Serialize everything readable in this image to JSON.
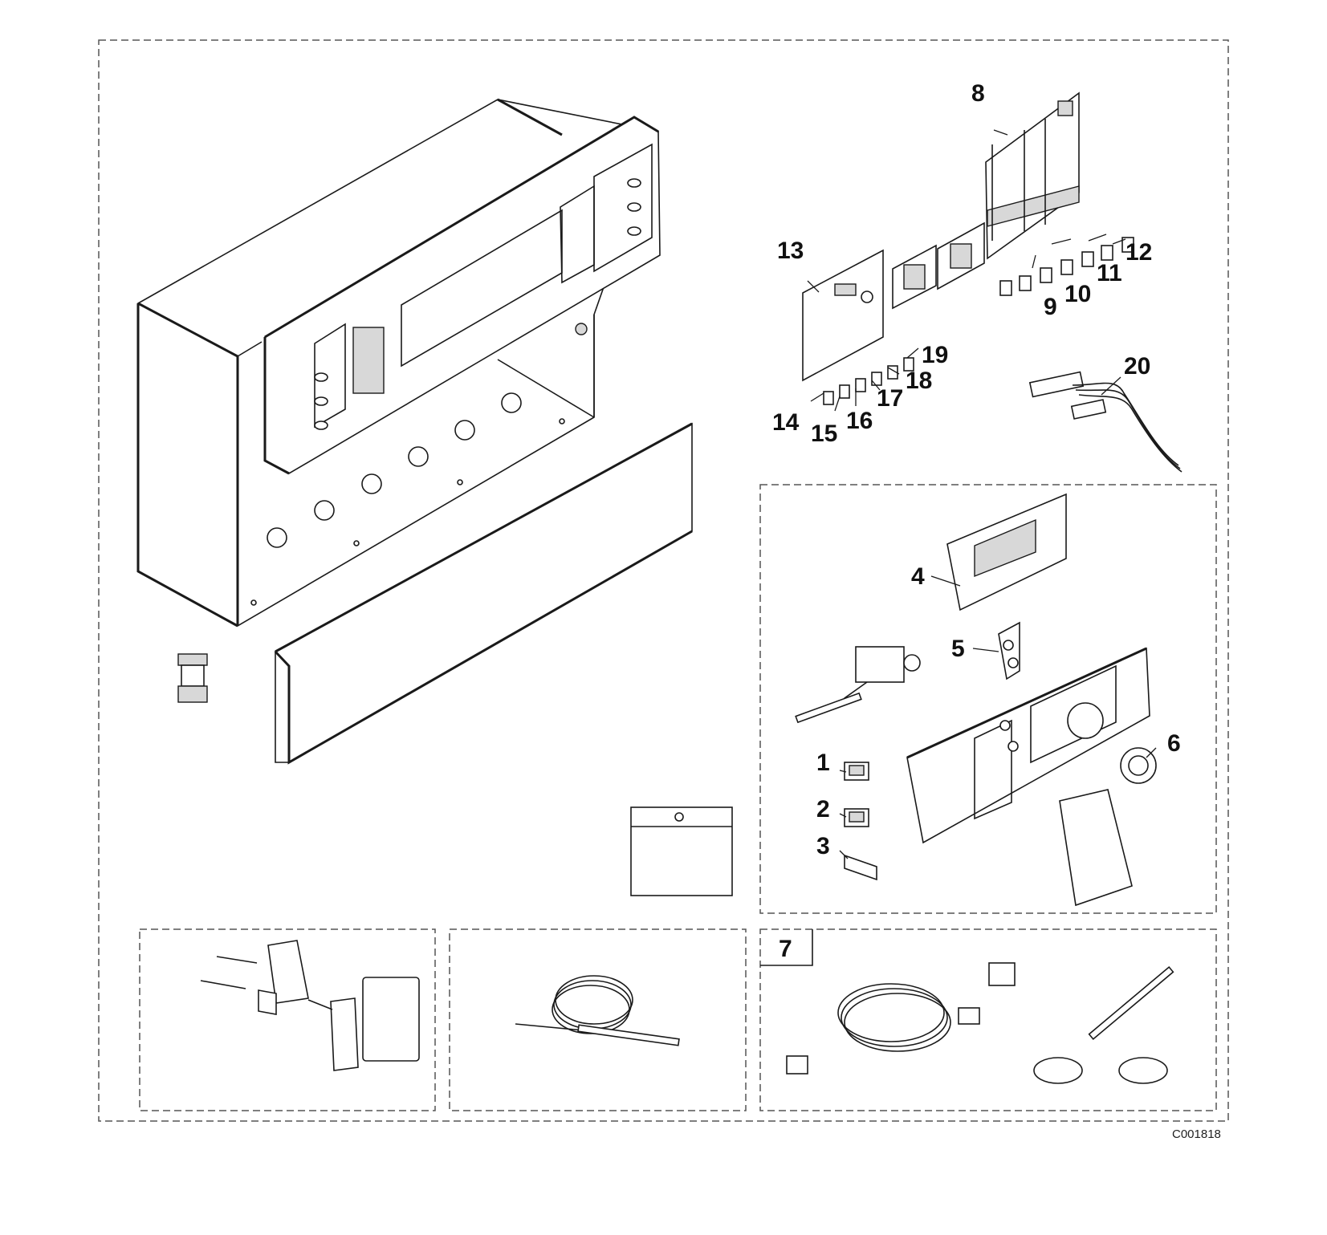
{
  "diagram": {
    "reference_code": "C001818",
    "callouts": {
      "c1": "1",
      "c2": "2",
      "c3": "3",
      "c4": "4",
      "c5": "5",
      "c6": "6",
      "c7": "7",
      "c8": "8",
      "c9": "9",
      "c10": "10",
      "c11": "11",
      "c12": "12",
      "c13": "13",
      "c14": "14",
      "c15": "15",
      "c16": "16",
      "c17": "17",
      "c18": "18",
      "c19": "19",
      "c20": "20"
    }
  }
}
